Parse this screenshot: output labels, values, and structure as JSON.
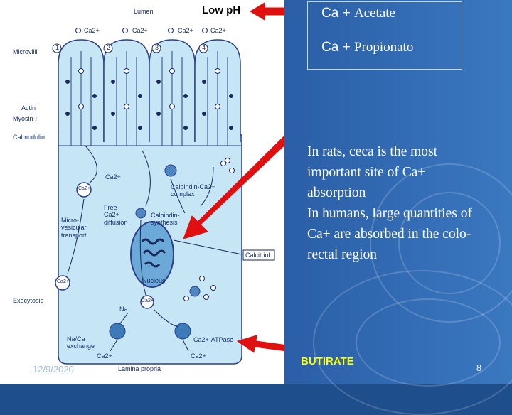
{
  "diagram": {
    "lumen": "Lumen",
    "ca_top": [
      "Ca2+",
      "Ca2+",
      "Ca2+",
      "Ca2+"
    ],
    "circled_numbers": [
      "1",
      "2",
      "3",
      "4"
    ],
    "microvilli": "Microvilli",
    "actin": "Actin",
    "myosin": "Myosin-I",
    "calmodulin": "Calmodulin",
    "ca_inner": "Ca2+",
    "ca_vesicle": "Ca2+",
    "free_ca_diffusion": [
      "Free",
      "Ca2+",
      "diffusion"
    ],
    "microvesicular": [
      "Micro-",
      "vesicular",
      "transport"
    ],
    "calbindin_complex": [
      "Calbindin-Ca2+",
      "complex"
    ],
    "calbindin_synthesis": [
      "Calbindin-",
      "synthesis"
    ],
    "calcitriol": "Calcitriol",
    "nucleus": "Nucleus",
    "ca_exo": "Ca2+",
    "exocytosis": "Exocytosis",
    "ca_low": "Ca2+",
    "na": "Na",
    "na_ca_exchange": [
      "Na/Ca",
      "exchange"
    ],
    "ca_atpase": "Ca2+-ATPase",
    "ca_bottom_left": "Ca2+",
    "ca_bottom_right": "Ca2+",
    "lamina_propria": "Lamina propria"
  },
  "low_ph": "Low pH",
  "acetate": {
    "ca": "Ca +",
    "rest": "Acetate"
  },
  "propionato": {
    "ca": "Ca +",
    "rest": "Propionato"
  },
  "note_lines": [
    "In rats, ceca is the most",
    "important site of Ca+",
    "absorption",
    "In humans, large quantities of",
    "Ca+ are absorbed in the colo-",
    "rectal region"
  ],
  "butirate": "BUTIRATE",
  "date": "12/9/2020",
  "page_number": "8",
  "colors": {
    "arrow": "#e01010",
    "cell": "#c6e6f6",
    "outline": "#2d3f86",
    "text": "#1a2f6b"
  }
}
